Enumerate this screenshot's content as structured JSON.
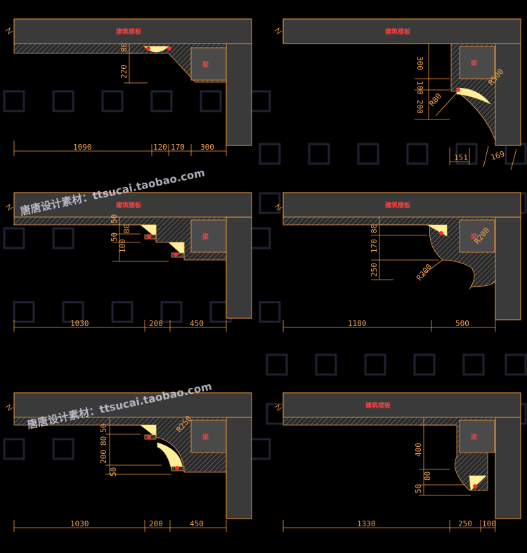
{
  "watermark": {
    "text": "唐唐设计素材：ttsucai.taobao.com"
  },
  "panels": [
    {
      "slab_label": "建筑楼板",
      "beam_label": "梁",
      "dims_h": [
        "1090",
        "120",
        "170",
        "300"
      ],
      "dims_v": [
        "80",
        "220"
      ]
    },
    {
      "slab_label": "建筑楼板",
      "beam_label": "梁",
      "dims_h": [
        "151",
        "169"
      ],
      "dims_v": [
        "300",
        "100",
        "200"
      ],
      "radius_labels": [
        "R80",
        "R500"
      ]
    },
    {
      "slab_label": "建筑楼板",
      "beam_label": "梁",
      "dims_h": [
        "1030",
        "200",
        "450"
      ],
      "dims_v": [
        "50",
        "50",
        "100",
        "80"
      ]
    },
    {
      "slab_label": "建筑楼板",
      "beam_label": "梁",
      "dims_h": [
        "1180",
        "500"
      ],
      "dims_v": [
        "80",
        "170",
        "250"
      ],
      "radius_labels": [
        "R200",
        "R200"
      ]
    },
    {
      "slab_label": "建筑楼板",
      "beam_label": "梁",
      "dims_h": [
        "1030",
        "200",
        "450"
      ],
      "dims_v": [
        "50",
        "80",
        "200",
        "50"
      ],
      "radius_labels": [
        "R250"
      ]
    },
    {
      "slab_label": "建筑楼板",
      "beam_label": "梁",
      "dims_h": [
        "1330",
        "250",
        "100"
      ],
      "dims_v": [
        "400",
        "80",
        "50"
      ]
    }
  ]
}
